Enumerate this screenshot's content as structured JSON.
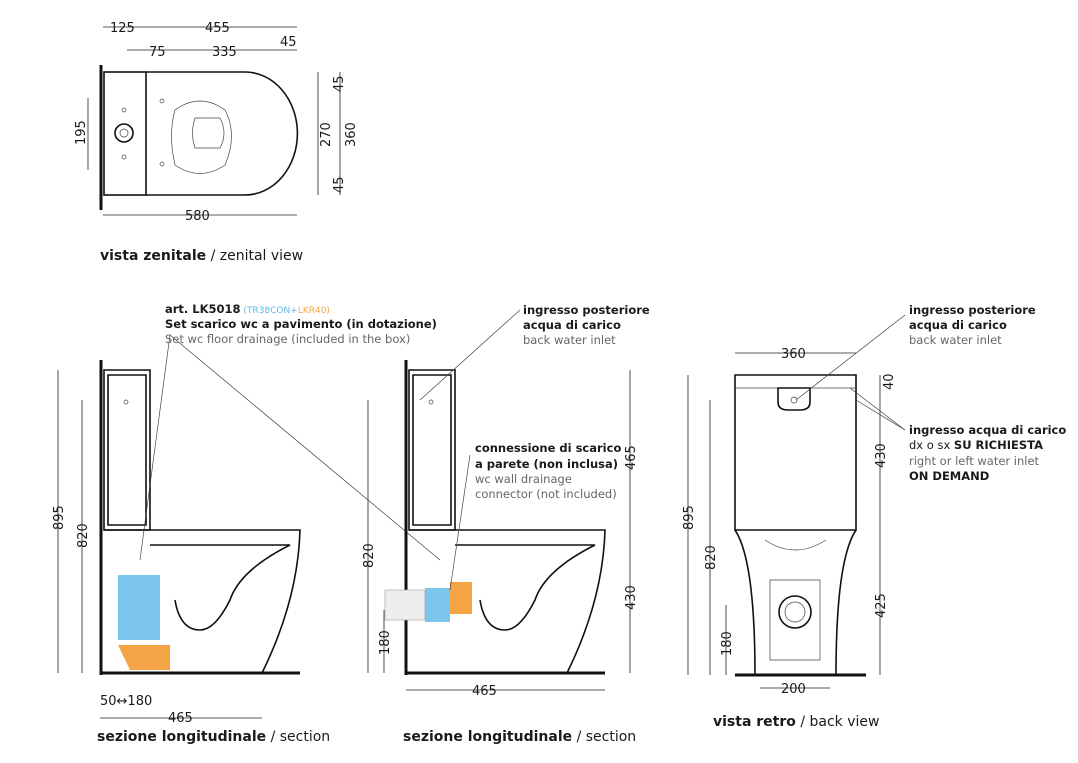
{
  "top_view": {
    "dims": {
      "d125": "125",
      "d455": "455",
      "d75": "75",
      "d335": "335",
      "d45a": "45",
      "d195": "195",
      "d45b": "45",
      "d270": "270",
      "d360": "360",
      "d45c": "45",
      "d580": "580"
    },
    "caption_it": "vista zenitale",
    "caption_sep": " / ",
    "caption_en": "zenital view"
  },
  "section_floor": {
    "art_prefix": "art. LK5018",
    "art_paren_open": " (",
    "art_part1": "TR38CON",
    "art_plus": "+",
    "art_part2": "LKR40",
    "art_paren_close": ")",
    "line2": "Set scarico wc a pavimento (in dotazione)",
    "line3": "Set wc floor drainage (included in the box)",
    "dims": {
      "d895": "895",
      "d820": "820",
      "d50_180": "50↔180",
      "d465": "465"
    },
    "caption_it": "sezione longitudinale",
    "caption_en": "section",
    "colors": {
      "blue": "#5bb8e8",
      "orange": "#f5a445"
    }
  },
  "section_wall": {
    "inlet_it1": "ingresso posteriore",
    "inlet_it2": "acqua di carico",
    "inlet_en": "back water inlet",
    "conn_it1": "connessione di scarico",
    "conn_it2": "a parete (non inclusa)",
    "conn_en1": "wc wall drainage",
    "conn_en2": "connector (not included)",
    "dims": {
      "d820": "820",
      "d180": "180",
      "d465r": "465",
      "d430": "430",
      "d465b": "465"
    },
    "caption_it": "sezione longitudinale",
    "caption_en": "section"
  },
  "back_view": {
    "inlet_it1": "ingresso posteriore",
    "inlet_it2": "acqua di carico",
    "inlet_en": "back water inlet",
    "side_it1": "ingresso acqua di carico",
    "side_it2a": "dx o sx ",
    "side_it2b": "SU RICHIESTA",
    "side_en1": "right or left water inlet",
    "side_en2": "ON DEMAND",
    "dims": {
      "d360": "360",
      "d40": "40",
      "d430": "430",
      "d895": "895",
      "d820": "820",
      "d180": "180",
      "d425": "425",
      "d200": "200"
    },
    "caption_it": "vista retro",
    "caption_en": "back view"
  }
}
